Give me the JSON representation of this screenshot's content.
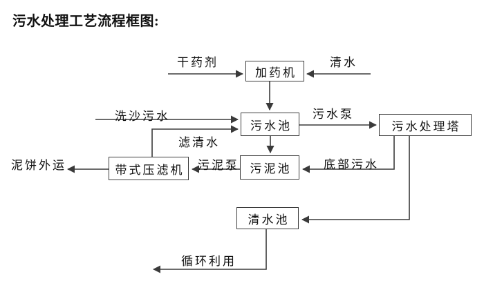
{
  "title": "污水处理工艺流程框图:",
  "colors": {
    "line": "#3a3a3a",
    "text": "#111111",
    "node_fill": "#ffffff",
    "background": "#ffffff"
  },
  "nodes": {
    "dosing_machine": {
      "label": "加药机"
    },
    "sewage_pool": {
      "label": "污水池"
    },
    "treatment_tower": {
      "label": "污水处理塔"
    },
    "sludge_pool": {
      "label": "污泥池"
    },
    "belt_filter_press": {
      "label": "带式压滤机"
    },
    "clear_water_pool": {
      "label": "清水池"
    }
  },
  "flows": {
    "dry_agent": {
      "label": "干药剂",
      "from": null,
      "to": "dosing_machine"
    },
    "clear_water_in": {
      "label": "清水",
      "from": null,
      "to": "dosing_machine"
    },
    "dosing_to_sewage": {
      "label": "",
      "from": "dosing_machine",
      "to": "sewage_pool"
    },
    "sand_washing_sewage": {
      "label": "洗沙污水",
      "from": null,
      "to": "sewage_pool"
    },
    "filtered_water": {
      "label": "滤清水",
      "from": "belt_filter_press",
      "to": "sewage_pool"
    },
    "sewage_pump": {
      "label": "污水泵",
      "from": "sewage_pool",
      "to": "treatment_tower"
    },
    "sewage_to_sludge": {
      "label": "",
      "from": "sewage_pool",
      "to": "sludge_pool"
    },
    "bottom_sewage": {
      "label": "底部污水",
      "from": "treatment_tower",
      "to": "sludge_pool"
    },
    "sludge_pump": {
      "label": "污泥泵",
      "from": "sludge_pool",
      "to": "belt_filter_press"
    },
    "mud_cake_out": {
      "label": "泥饼外运",
      "from": "belt_filter_press",
      "to": null
    },
    "tower_to_clear_pool": {
      "label": "",
      "from": "treatment_tower",
      "to": "clear_water_pool"
    },
    "recycle": {
      "label": "循环利用",
      "from": "clear_water_pool",
      "to": null
    }
  }
}
